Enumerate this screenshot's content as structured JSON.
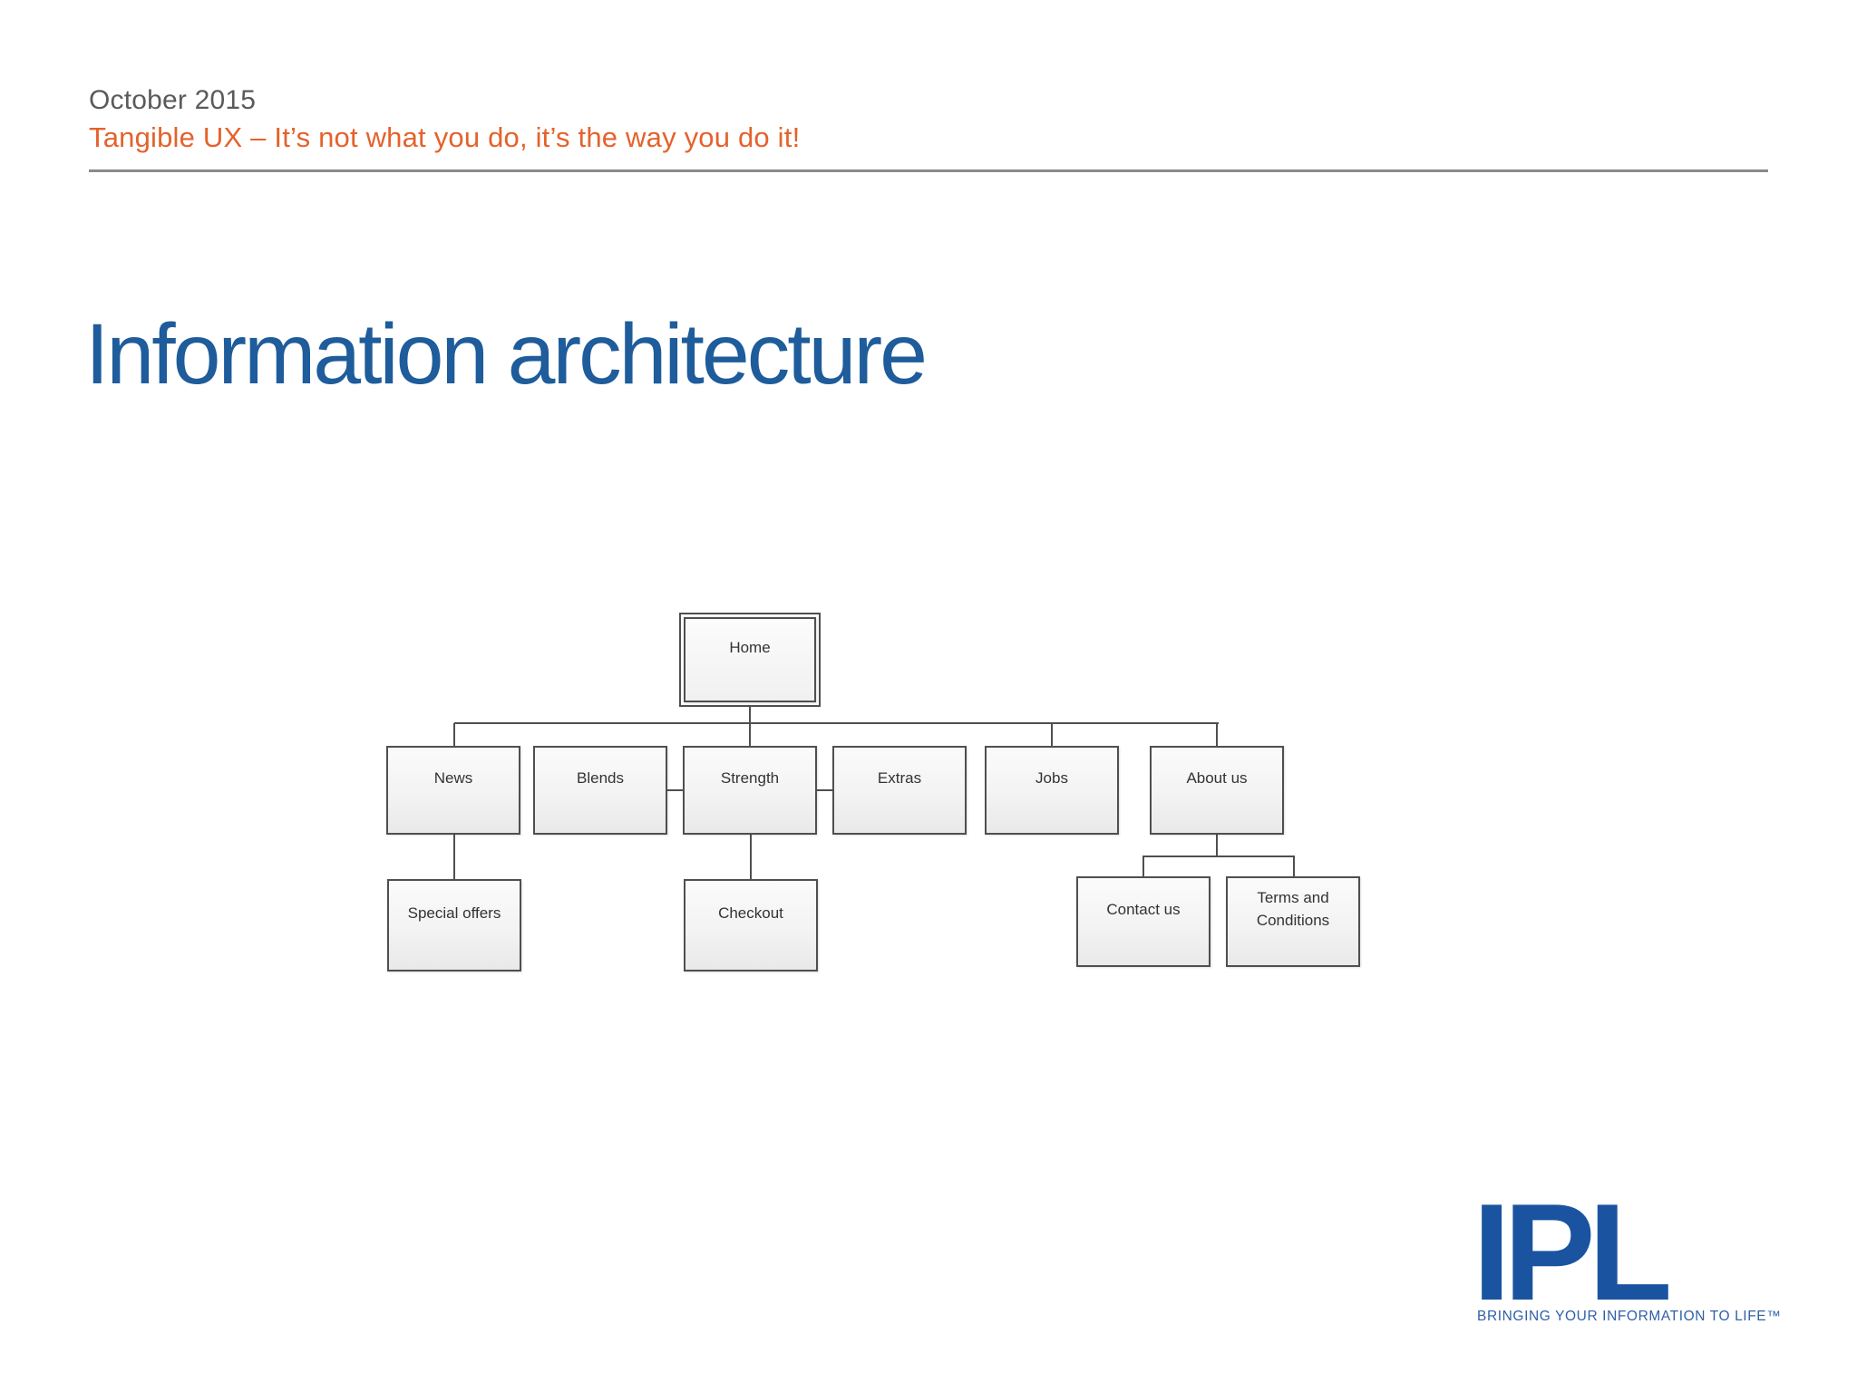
{
  "header": {
    "date": "October 2015",
    "subtitle": "Tangible UX – It’s not what you do, it’s the way you do it!"
  },
  "title": "Information architecture",
  "diagram": {
    "type": "sitemap-tree",
    "nodes": [
      {
        "id": "home",
        "label": "Home",
        "parent": null
      },
      {
        "id": "news",
        "label": "News",
        "parent": "home"
      },
      {
        "id": "blends",
        "label": "Blends",
        "parent": "home"
      },
      {
        "id": "strength",
        "label": "Strength",
        "parent": "home"
      },
      {
        "id": "extras",
        "label": "Extras",
        "parent": "home"
      },
      {
        "id": "jobs",
        "label": "Jobs",
        "parent": "home"
      },
      {
        "id": "about",
        "label": "About us",
        "parent": "home"
      },
      {
        "id": "special",
        "label": "Special offers",
        "parent": "news"
      },
      {
        "id": "checkout",
        "label": "Checkout",
        "parent": "strength"
      },
      {
        "id": "contact",
        "label": "Contact us",
        "parent": "about"
      },
      {
        "id": "terms",
        "label": "Terms and Conditions",
        "parent": "about"
      }
    ]
  },
  "logo": {
    "text": "IPL",
    "tagline": "Bringing your information to life™"
  },
  "colors": {
    "title_blue": "#1e5c9b",
    "accent_orange": "#e5622b",
    "date_gray": "#5a5a5a",
    "logo_blue": "#1a54a0",
    "diagram_line": "#4f4f4f"
  }
}
